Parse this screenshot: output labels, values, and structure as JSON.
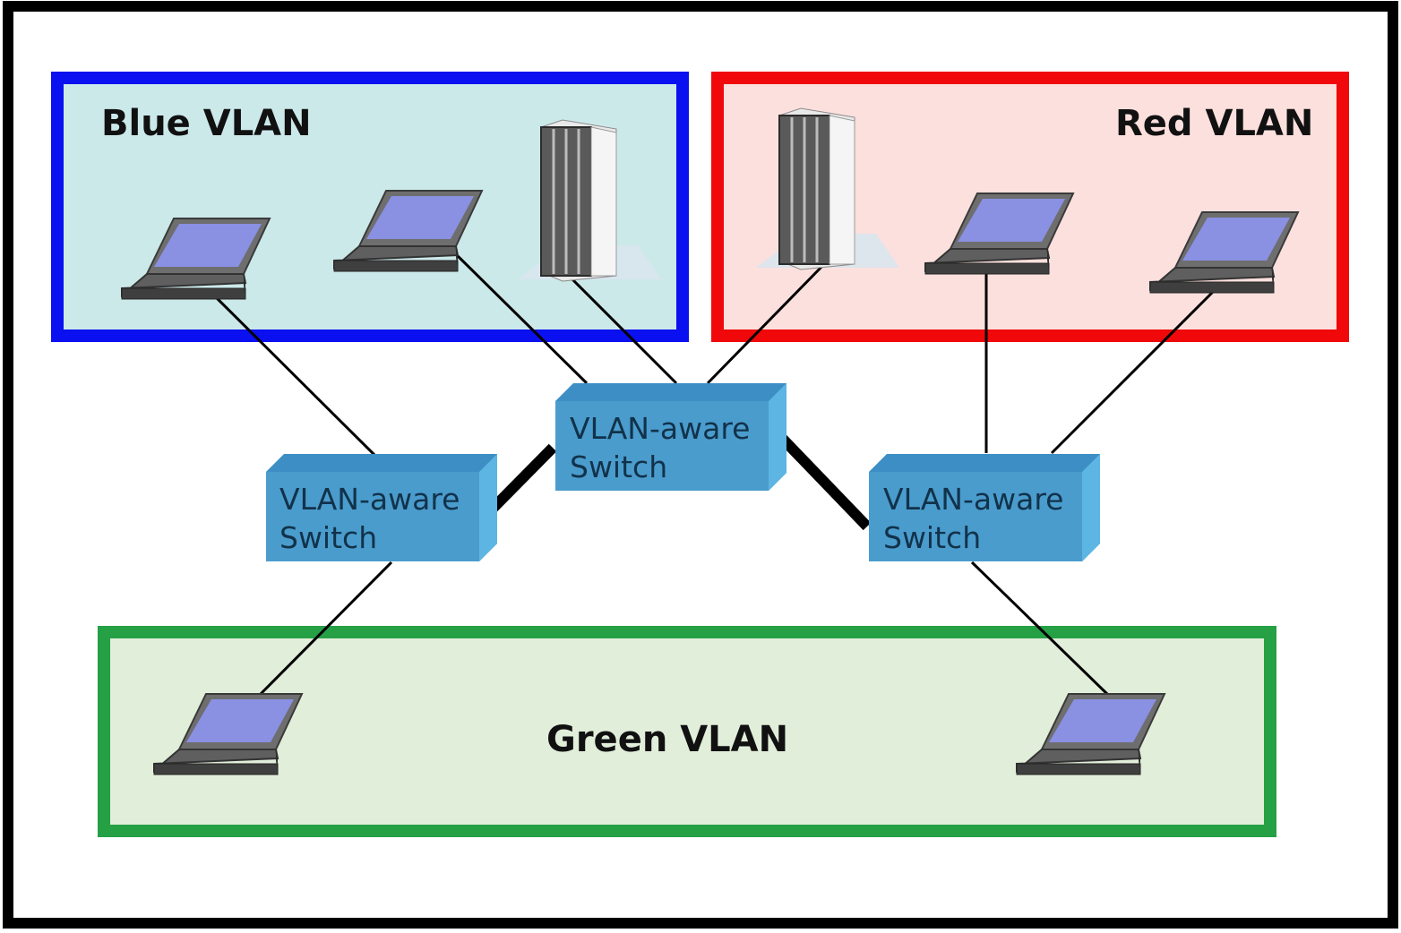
{
  "vlans": [
    {
      "id": "blue",
      "title": "Blue VLAN",
      "border": "#0a10f0",
      "fill": "#cce9ea"
    },
    {
      "id": "red",
      "title": "Red VLAN",
      "border": "#f0080a",
      "fill": "#fce0dd"
    },
    {
      "id": "green",
      "title": "Green VLAN",
      "border": "#26a045",
      "fill": "#e1eed9"
    }
  ],
  "switches": [
    {
      "id": "switch-left",
      "line1": "VLAN-aware",
      "line2": "Switch"
    },
    {
      "id": "switch-center",
      "line1": "VLAN-aware",
      "line2": "Switch"
    },
    {
      "id": "switch-right",
      "line1": "VLAN-aware",
      "line2": "Switch"
    }
  ],
  "colors": {
    "frame": "#000000",
    "switch_front": "#4a9ccd",
    "switch_top": "#3d8ec4",
    "switch_side": "#5cb5e2",
    "screen": "#8a90e2",
    "cable": "#000000"
  },
  "icons": [
    "laptop-icon",
    "server-icon",
    "switch-icon"
  ]
}
